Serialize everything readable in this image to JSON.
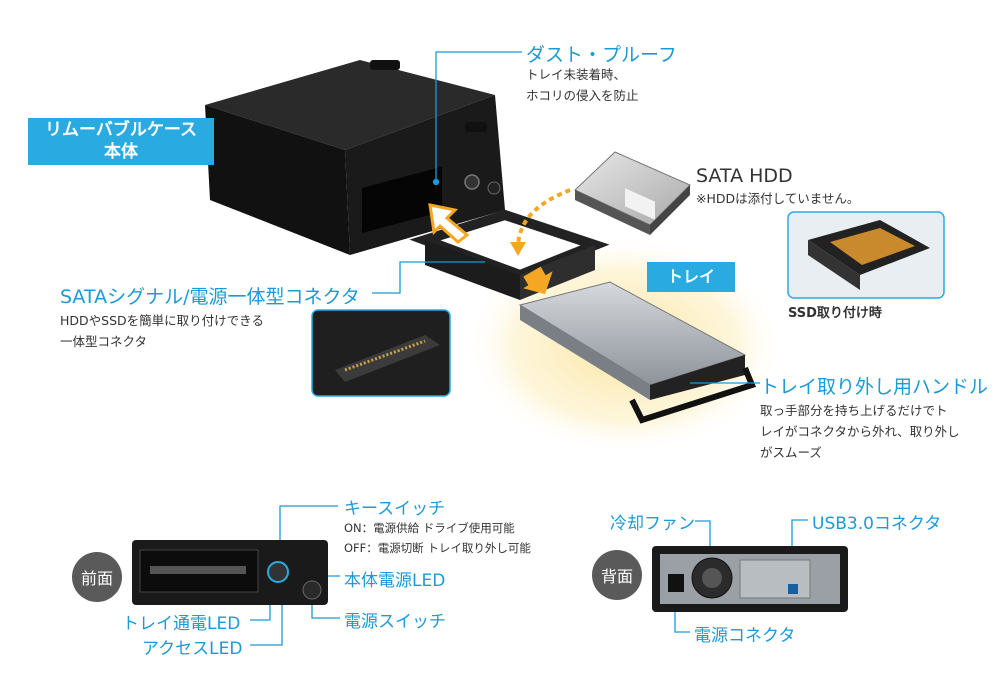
{
  "case_label": {
    "line1": "リムーバブルケース",
    "line2": "本体"
  },
  "dust_proof": {
    "title": "ダスト・プルーフ",
    "desc1": "トレイ未装着時、",
    "desc2": "ホコリの侵入を防止"
  },
  "sata_hdd": {
    "title": "SATA HDD",
    "note": "※HDDは添付していません。"
  },
  "ssd_caption": "SSD取り付け時",
  "tray_label": "トレイ",
  "connector": {
    "title": "SATAシグナル/電源一体型コネクタ",
    "desc1": "HDDやSSDを簡単に取り付けできる",
    "desc2": "一体型コネクタ"
  },
  "handle": {
    "title": "トレイ取り外し用ハンドル",
    "desc1": "取っ手部分を持ち上げるだけでト",
    "desc2": "レイがコネクタから外れ、取り外し",
    "desc3": "がスムーズ"
  },
  "front": {
    "badge": "前面",
    "key_switch": "キースイッチ",
    "key_on": "ON：電源供給 ドライブ使用可能",
    "key_off": "OFF：電源切断 トレイ取り外し可能",
    "body_led": "本体電源LED",
    "power_switch": "電源スイッチ",
    "tray_led": "トレイ通電LED",
    "access_led": "アクセスLED"
  },
  "back": {
    "badge": "背面",
    "fan": "冷却ファン",
    "usb": "USB3.0コネクタ",
    "power_connector": "電源コネクタ"
  },
  "colors": {
    "accent": "#29abe2",
    "line": "#1b9ad6",
    "arrow": "#f5a623",
    "glow": "#fbe9a8"
  }
}
